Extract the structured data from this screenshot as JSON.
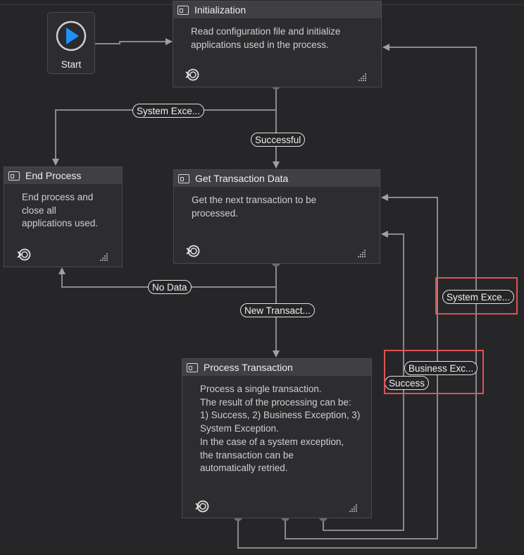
{
  "start": {
    "label": "Start"
  },
  "states": {
    "initialization": {
      "title": "Initialization",
      "description": "Read configuration file and initialize\napplications used in the process."
    },
    "end_process": {
      "title": "End Process",
      "description": "End process and\nclose all\napplications used."
    },
    "get_transaction": {
      "title": "Get Transaction Data",
      "description": "Get the next transaction to be\nprocessed."
    },
    "process_transaction": {
      "title": "Process Transaction",
      "description": "Process a single transaction.\nThe result of the processing can be:\n1) Success, 2) Business Exception, 3)\nSystem Exception.\nIn the case of a system exception,\nthe transaction can be\nautomatically retried."
    }
  },
  "transitions": {
    "init_system_exception": "System Exce...",
    "init_successful": "Successful",
    "get_no_data": "No Data",
    "get_new_transaction": "New Transact...",
    "process_system_exception": "System Exce...",
    "process_business_exception": "Business Exc...",
    "process_success": "Success"
  },
  "colors": {
    "background": "#262628",
    "wire": "#8a8a8e",
    "highlight": "#e05252",
    "play": "#1e90ff"
  }
}
